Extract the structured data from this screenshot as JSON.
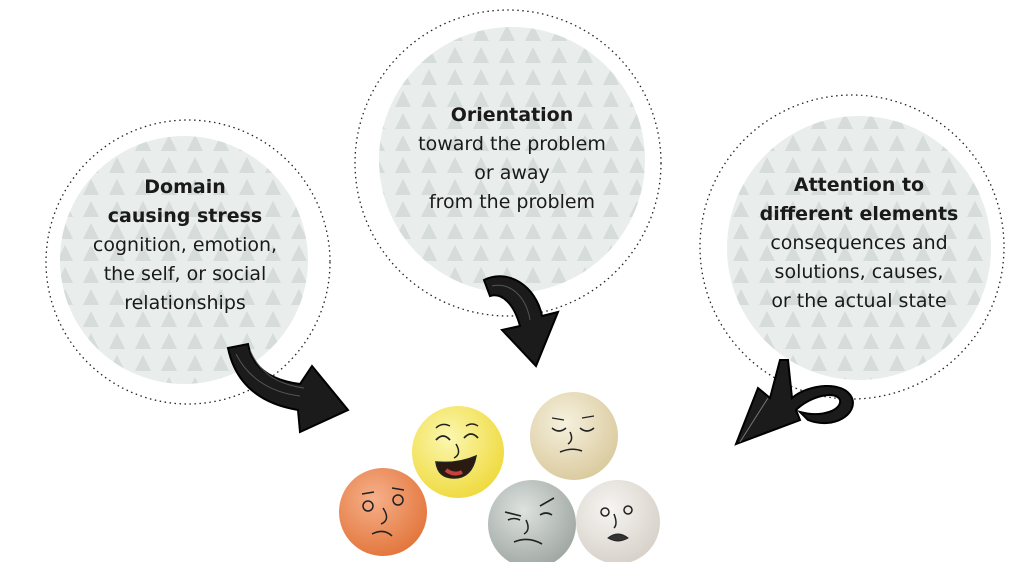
{
  "circles": [
    {
      "heading": [
        "Domain",
        "causing stress"
      ],
      "lines": [
        "cognition, emotion,",
        "the self, or social",
        "relationships"
      ]
    },
    {
      "heading": [
        "Orientation"
      ],
      "lines": [
        "toward the problem",
        "or away",
        "from the problem"
      ]
    },
    {
      "heading": [
        "Attention to",
        "different elements"
      ],
      "lines": [
        "consequences and",
        "solutions, causes,",
        "or the actual state"
      ]
    }
  ],
  "colors": {
    "circle_fill": "#e9edec",
    "triangle_pattern": "#d6dcda",
    "dotted_outline": "#222222",
    "arrow": "#1b1b1b",
    "face_orange": "#e98a57",
    "face_yellow": "#f2e65a",
    "face_beige": "#e6dcc0",
    "face_gray": "#b5bcb8",
    "face_offwhite": "#e7e3de"
  },
  "faces": [
    {
      "name": "laughing",
      "icon": "laughing-face-icon"
    },
    {
      "name": "smug",
      "icon": "smug-face-icon"
    },
    {
      "name": "skeptical",
      "icon": "skeptical-face-icon"
    },
    {
      "name": "angry",
      "icon": "angry-face-icon"
    },
    {
      "name": "scared",
      "icon": "scared-face-icon"
    }
  ]
}
